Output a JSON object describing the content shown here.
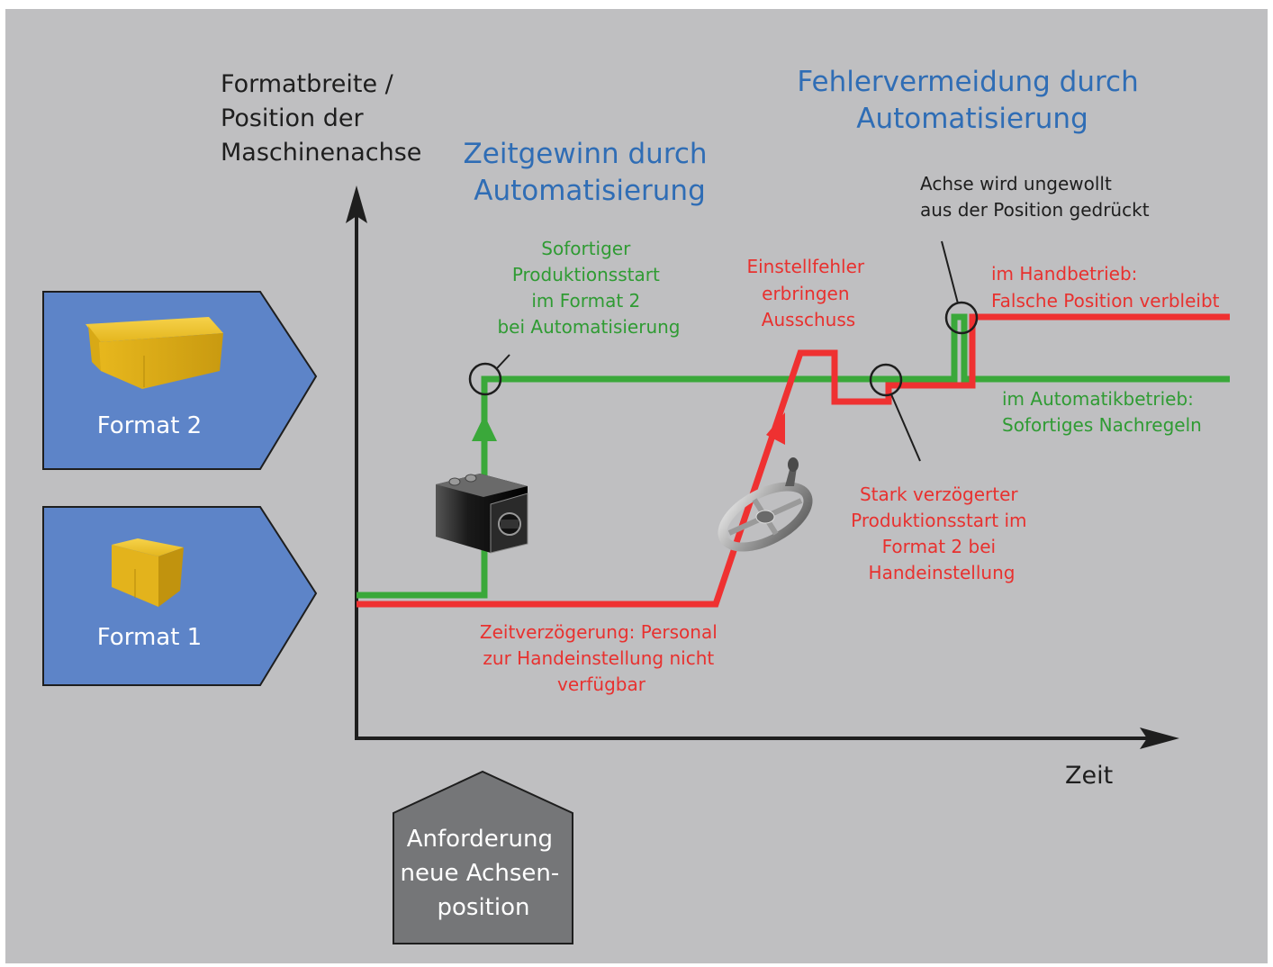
{
  "colors": {
    "background": "#bfbfc1",
    "blue_heading": "#2f6db5",
    "green": "#3aa83a",
    "green_text": "#2f9b33",
    "red": "#ef3131",
    "red_text": "#e8312f",
    "box_blue": "#5d84c8",
    "box_gray": "#757678",
    "dark": "#222222"
  },
  "axes": {
    "y_label": [
      "Formatbreite /",
      "Position der",
      "Maschinenachse"
    ],
    "x_label": "Zeit"
  },
  "headings": {
    "left": [
      "Zeitgewinn durch",
      "Automatisierung"
    ],
    "right": [
      "Fehlervermeidung durch",
      "Automatisierung"
    ]
  },
  "formats": {
    "format2": "Format 2",
    "format1": "Format 1"
  },
  "request_box": [
    "Anforderung",
    "neue Achsen-",
    "position"
  ],
  "annotations": {
    "sofortiger": [
      "Sofortiger",
      "Produktionsstart",
      "im Format 2",
      "bei Automatisierung"
    ],
    "einstellfehler": [
      "Einstellfehler",
      "erbringen",
      "Ausschuss"
    ],
    "achse": [
      "Achse wird ungewollt",
      "aus der Position gedrückt"
    ],
    "handbetrieb": [
      "im Handbetrieb:",
      "Falsche Position verbleibt"
    ],
    "automatikbetrieb": [
      "im Automatikbetrieb:",
      "Sofortiges Nachregeln"
    ],
    "stark": [
      "Stark verzögerter",
      "Produktionsstart im",
      "Format 2 bei",
      "Handeinstellung"
    ],
    "zeitverzoegerung": [
      "Zeitverzögerung: Personal",
      "zur Handeinstellung nicht",
      "verfügbar"
    ]
  },
  "icons": {
    "box_large": "cardboard-box-large-icon",
    "box_small": "cardboard-box-small-icon",
    "actuator": "servo-actuator-icon",
    "handwheel": "handwheel-icon"
  }
}
